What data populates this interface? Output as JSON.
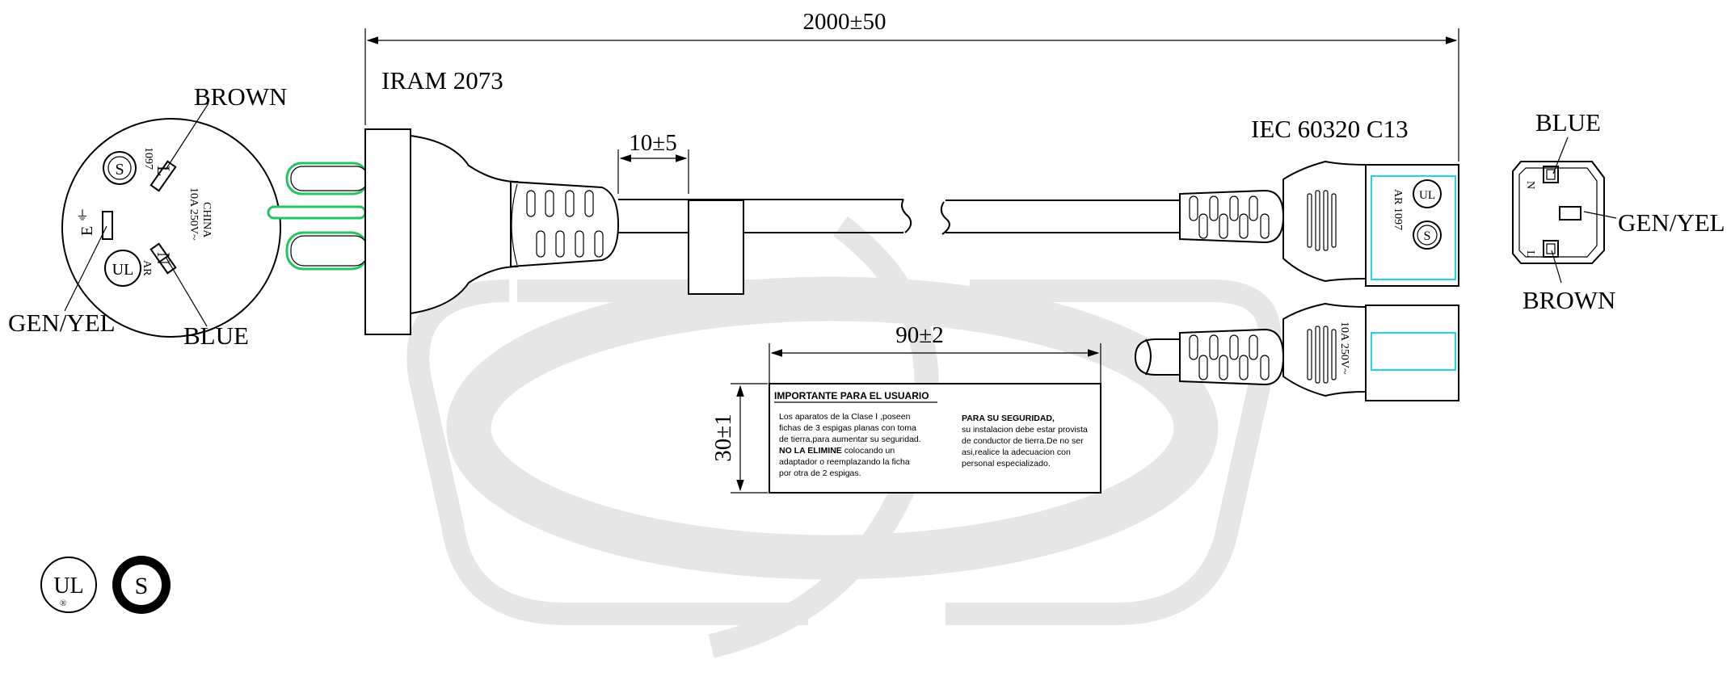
{
  "title_plug": "IRAM 2073",
  "title_connector": "IEC 60320 C13",
  "dimensions": {
    "total_length": "2000±50",
    "strip_length": "10±5",
    "label_width": "90±2",
    "label_height": "30±1"
  },
  "plug_face": {
    "brown": "BROWN",
    "blue": "BLUE",
    "gen_yel": "GEN/YEL",
    "pin_l": "L",
    "pin_n": "N",
    "pin_e": "E",
    "cert_code": "1097",
    "rating": "10A 250V~",
    "origin": "CHINA",
    "ar_mark": "AR",
    "s_mark": "S",
    "ul_mark": "UL"
  },
  "connector_face": {
    "blue": "BLUE",
    "gen_yel": "GEN/YEL",
    "brown": "BROWN",
    "pin_n": "N",
    "pin_l": "L"
  },
  "connector_top": {
    "code": "AR 1097",
    "s_mark": "S",
    "ul_mark": "UL"
  },
  "connector_bottom": {
    "rating": "10A 250V~"
  },
  "label": {
    "heading": "IMPORTANTE PARA EL USUARIO",
    "left_lines": [
      "Los aparatos de la Clase Ⅰ ,poseen",
      "fichas de 3 espigas planas con toma",
      "de tierra,para aumentar su seguridad."
    ],
    "left_bold": "NO LA ELIMINE",
    "left_after_bold": " colocando un",
    "left_lines_2": [
      "adaptador o reemplazando la ficha",
      "por otra de 2 espigas."
    ],
    "right_heading": "PARA SU SEGURIDAD,",
    "right_lines": [
      "su instalacion debe estar provista",
      "de conductor de tierra.De no ser",
      "asi,realice la adecuacion con",
      "personal especializado."
    ]
  },
  "logos": {
    "ul": "UL",
    "s": "S"
  },
  "colors": {
    "pin_highlight": "#22c55e",
    "window_highlight": "#22d3ee",
    "watermark": "#e6e6e6"
  }
}
